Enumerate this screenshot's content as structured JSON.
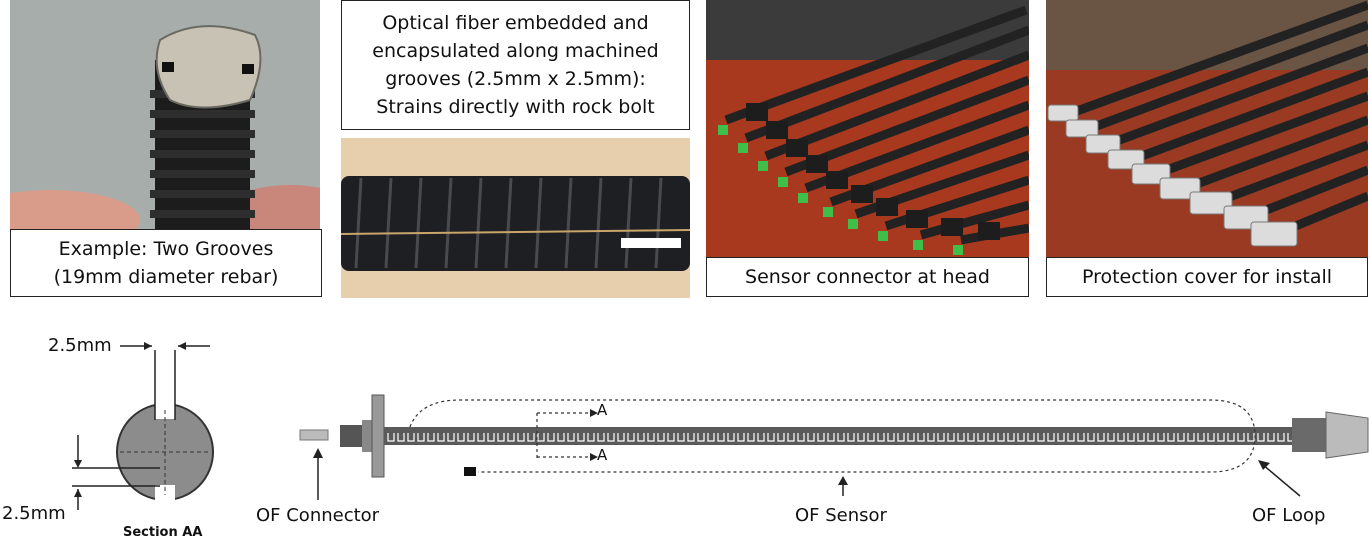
{
  "top_captions": {
    "example": [
      "Example: Two Grooves",
      "(19mm diameter rebar)"
    ],
    "optical": [
      "Optical fiber embedded and",
      "encapsulated along machined",
      "grooves (2.5mm x 2.5mm):",
      "Strains directly with rock bolt"
    ],
    "sensor_head": "Sensor connector at head",
    "protection": "Protection cover for install"
  },
  "diagram": {
    "dim_top": "2.5mm",
    "dim_bottom": "2.5mm",
    "section_label": "Section AA",
    "section_marker_top": "A",
    "section_marker_bottom": "A",
    "of_connector": "OF Connector",
    "of_sensor": "OF Sensor",
    "of_loop": "OF Loop"
  }
}
